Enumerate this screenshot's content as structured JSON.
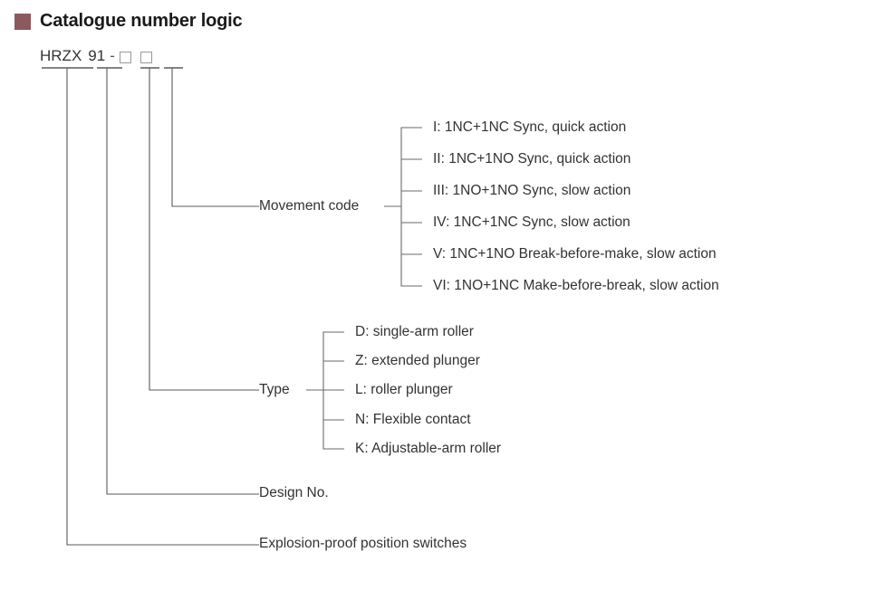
{
  "title": {
    "text": "Catalogue number logic",
    "marker_color": "#8b5a5e",
    "marker_icon": "square-marker-icon"
  },
  "code": {
    "prefix": "HRZX",
    "design_no": "91",
    "separator": "-",
    "placeholder_box_1": "",
    "placeholder_box_2": ""
  },
  "branches": {
    "movement_code_label": "Movement code",
    "type_label": "Type",
    "design_no_label": "Design No.",
    "product_label": "Explosion-proof position switches"
  },
  "movement_codes": [
    {
      "code": "I",
      "text": "I: 1NC+1NC Sync, quick action"
    },
    {
      "code": "II",
      "text": "II: 1NC+1NO Sync, quick action"
    },
    {
      "code": "III",
      "text": "III: 1NO+1NO Sync, slow action"
    },
    {
      "code": "IV",
      "text": "IV: 1NC+1NC Sync, slow action"
    },
    {
      "code": "V",
      "text": "V: 1NC+1NO Break-before-make, slow action"
    },
    {
      "code": "VI",
      "text": "VI: 1NO+1NC Make-before-break, slow action"
    }
  ],
  "types": [
    {
      "code": "D",
      "text": "D: single-arm roller"
    },
    {
      "code": "Z",
      "text": "Z: extended plunger"
    },
    {
      "code": "L",
      "text": "L: roller plunger"
    },
    {
      "code": "N",
      "text": "N: Flexible contact"
    },
    {
      "code": "K",
      "text": "K: Adjustable-arm  roller"
    }
  ],
  "colors": {
    "line": "#5a5a5a",
    "text": "#333333",
    "accent": "#8b5a5e"
  }
}
